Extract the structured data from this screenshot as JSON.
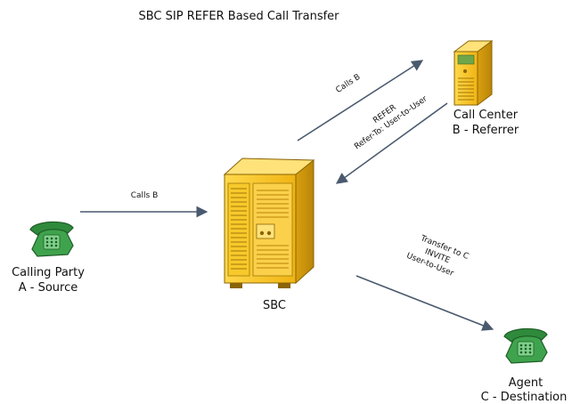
{
  "title": "SBC SIP REFER Based Call Transfer",
  "nodes": {
    "sbc": {
      "label": "SBC"
    },
    "call_center": {
      "label_line1": "Call Center",
      "label_line2": "B - Referrer"
    },
    "calling_party": {
      "label_line1": "Calling Party",
      "label_line2": "A - Source"
    },
    "agent": {
      "label_line1": "Agent",
      "label_line2": "C - Destination"
    }
  },
  "edges": {
    "a_to_sbc": {
      "label": "Calls B"
    },
    "sbc_to_b": {
      "label": "Calls B"
    },
    "b_to_sbc": {
      "label_line1": "REFER",
      "label_line2": "Refer-To: User-to-User"
    },
    "sbc_to_c": {
      "label_line1": "Transfer to C",
      "label_line2": "INVITE",
      "label_line3": "User-to-User"
    }
  },
  "colors": {
    "server_body": "#f5c21b",
    "server_dark": "#d49a0c",
    "server_light": "#ffe27a",
    "phone_green": "#3fa34d",
    "phone_dark": "#1f5e27",
    "arrow": "#4a5a6e"
  },
  "icons": {
    "sbc": "server-tower-icon",
    "call_center": "server-icon",
    "calling_party": "telephone-icon",
    "agent": "telephone-icon"
  }
}
